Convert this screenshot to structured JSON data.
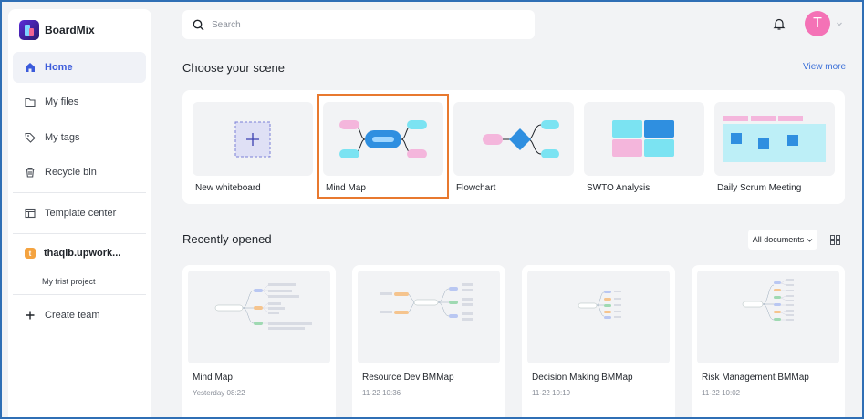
{
  "app": {
    "name": "BoardMix"
  },
  "sidebar": {
    "items": [
      {
        "label": "Home",
        "icon": "home-icon"
      },
      {
        "label": "My files",
        "icon": "folder-icon"
      },
      {
        "label": "My tags",
        "icon": "tag-icon"
      },
      {
        "label": "Recycle bin",
        "icon": "trash-icon"
      },
      {
        "label": "Template center",
        "icon": "template-icon"
      }
    ],
    "team": {
      "badge": "t",
      "name": "thaqib.upwork..."
    },
    "project": "My frist project",
    "create_team": "Create team"
  },
  "header": {
    "search_placeholder": "Search",
    "avatar_initial": "T"
  },
  "scenes": {
    "title": "Choose your scene",
    "view_more": "View more",
    "items": [
      {
        "label": "New whiteboard"
      },
      {
        "label": "Mind Map"
      },
      {
        "label": "Flowchart"
      },
      {
        "label": "SWTO Analysis"
      },
      {
        "label": "Daily Scrum Meeting"
      }
    ]
  },
  "recent": {
    "title": "Recently opened",
    "filter": "All documents",
    "cards": [
      {
        "name": "Mind Map",
        "time": "Yesterday 08:22"
      },
      {
        "name": "Resource Dev BMMap",
        "time": "11-22 10:36"
      },
      {
        "name": "Decision Making BMMap",
        "time": "11-22 10:19"
      },
      {
        "name": "Risk Management BMMap",
        "time": "11-22 10:02"
      }
    ]
  },
  "colors": {
    "accent": "#3b5bdb",
    "link": "#3b6fd8",
    "highlight": "#e8792f",
    "avatar": "#f472b6",
    "team_badge": "#f4a340"
  }
}
